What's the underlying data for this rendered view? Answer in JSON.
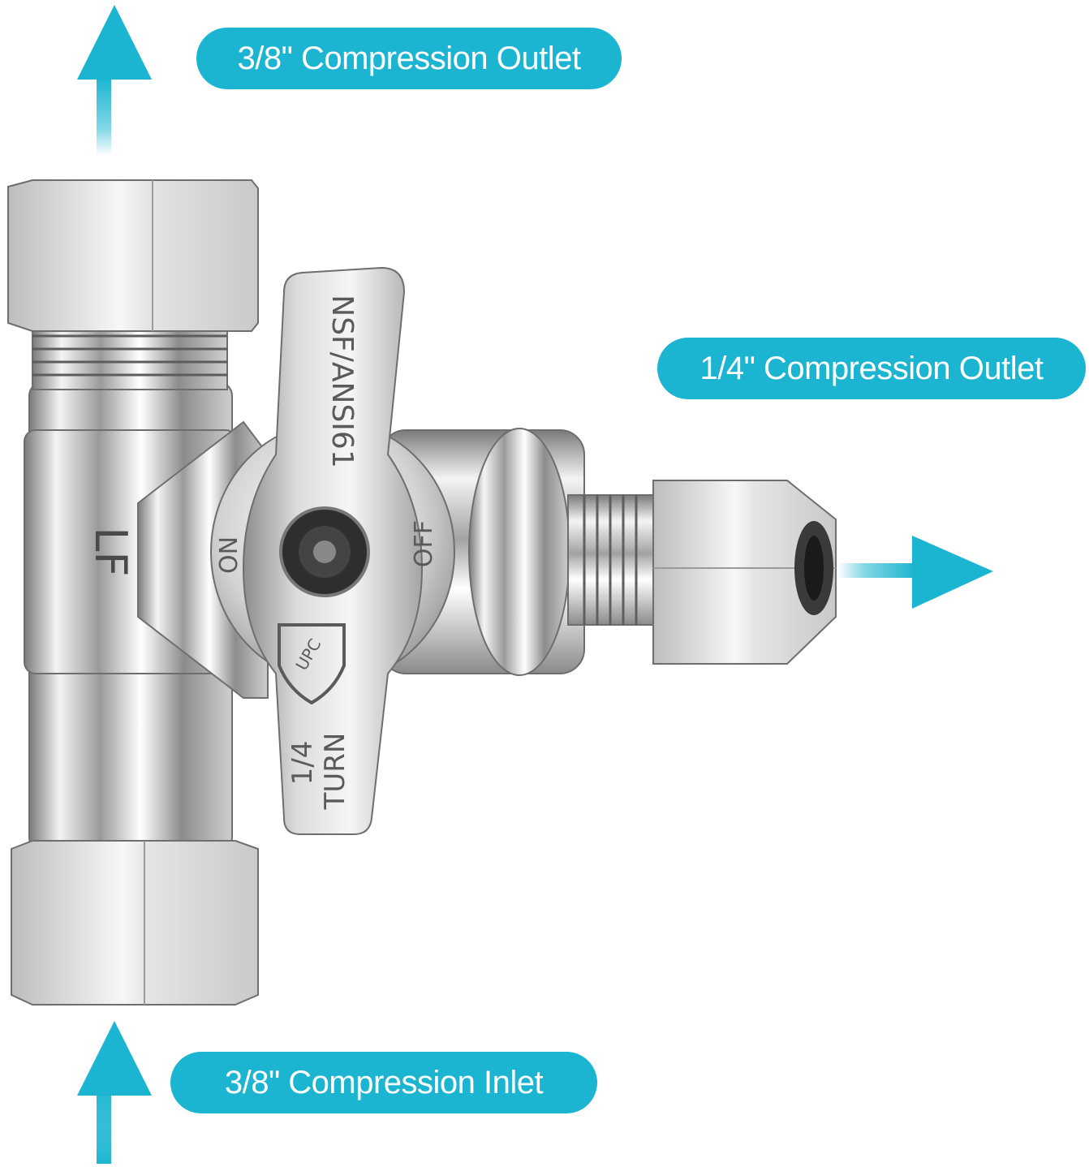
{
  "labels": {
    "outlet_top": "3/8\" Compression Outlet",
    "outlet_side": "1/4\" Compression Outlet",
    "inlet": "3/8\" Compression Inlet"
  },
  "handle_markings": {
    "standard": "NSF/ANSI61",
    "on": "ON",
    "off": "OFF",
    "turn_fraction": "1/4",
    "turn_word": "TURN",
    "cert": "UPC",
    "lf": "LF"
  },
  "colors": {
    "accent": "#1bb5d1",
    "chrome_light": "#f2f2f2",
    "chrome_dark": "#6e6e6e"
  },
  "icons": [
    "arrow-up-icon",
    "arrow-right-icon",
    "arrow-up-icon"
  ]
}
